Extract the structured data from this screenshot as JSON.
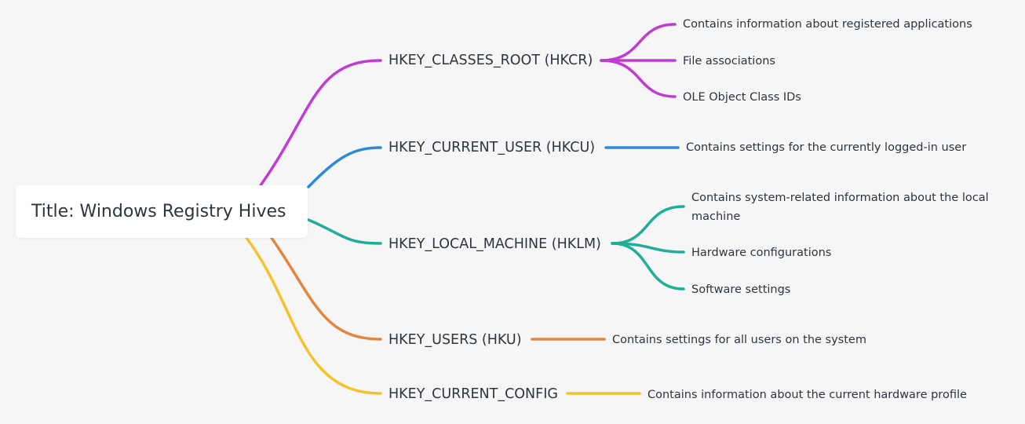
{
  "title": "Title: Windows Registry Hives",
  "hives": [
    {
      "label": "HKEY_CLASSES_ROOT (HKCR)",
      "color": "#c03bd1",
      "children": [
        "Contains information about registered applications",
        "File associations",
        "OLE Object Class IDs"
      ]
    },
    {
      "label": "HKEY_CURRENT_USER (HKCU)",
      "color": "#2f88d8",
      "children": [
        "Contains settings for the currently logged-in user"
      ]
    },
    {
      "label": "HKEY_LOCAL_MACHINE (HKLM)",
      "color": "#1fae97",
      "children": [
        "Contains system-related information about the local machine",
        "Hardware configurations",
        "Software settings"
      ]
    },
    {
      "label": "HKEY_USERS (HKU)",
      "color": "#e5853e",
      "children": [
        "Contains settings for all users on the system"
      ]
    },
    {
      "label": "HKEY_CURRENT_CONFIG",
      "color": "#f4c22b",
      "children": [
        "Contains information about the current hardware profile"
      ]
    }
  ]
}
